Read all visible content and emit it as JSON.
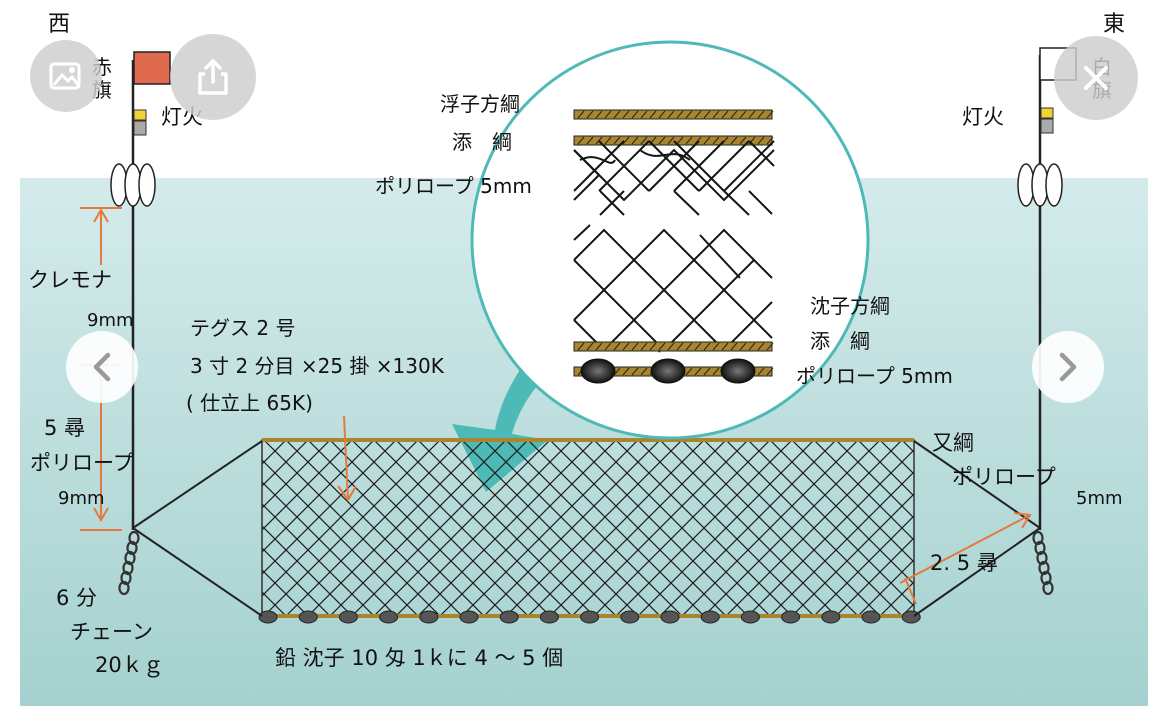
{
  "diagram": {
    "west": "西",
    "east": "東",
    "west_flag": "赤旗",
    "east_flag": "白旗",
    "light_left": "灯火",
    "light_right": "灯火",
    "float_rope": "浮子方綱",
    "attach_rope_top": "添　綱",
    "poly_top": "ポリロープ 5mm",
    "sinker_rope": "沈子方綱",
    "attach_rope_bottom": "添　綱",
    "poly_bottom": "ポリロープ 5mm",
    "kuremona": "クレモナ",
    "kuremona_size": "9mm",
    "teguse_line1": "テグス 2 号",
    "teguse_line2": "3 寸 2 分目 ×25 掛 ×130K",
    "teguse_line3": "( 仕立上 65K)",
    "left_rope_len": "5 尋",
    "left_rope_type": "ポリロープ",
    "left_rope_size": "9mm",
    "chain_size": "6 分",
    "chain_name": "チェーン",
    "chain_weight": "20ｋｇ",
    "fork_rope": "又綱",
    "fork_poly": "ポリロープ",
    "fork_size": "5mm",
    "fork_len": "2. 5 尋",
    "lead_sinker": "鉛 沈子 10 匁 1ｋに 4 ～ 5 個"
  },
  "colors": {
    "sea_top": "#d5ebeb",
    "sea_bottom": "#a4d1cf",
    "red_flag": "#e06a4d",
    "teal_arrow": "#4dbab8",
    "orange": "#e5793d",
    "rope_gold": "#a9862e",
    "yellow_light": "#f2d336"
  },
  "ui": {
    "left_top_icon": "image-icon",
    "share_icon": "share-icon",
    "close_icon": "close-icon",
    "prev_icon": "chevron-left-icon",
    "next_icon": "chevron-right-icon"
  }
}
